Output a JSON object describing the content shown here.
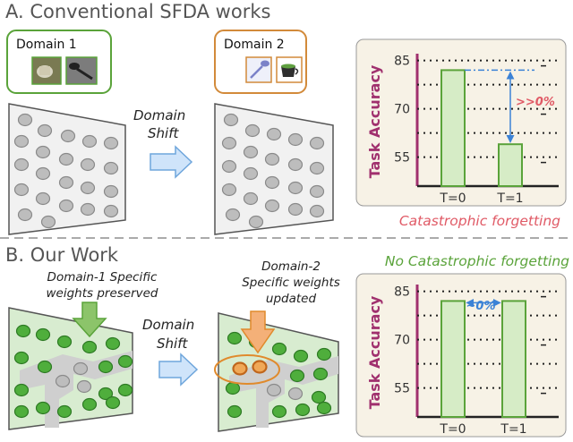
{
  "section_a": {
    "title": "A. Conventional SFDA works",
    "domain1_label": "Domain 1",
    "domain2_label": "Domain 2",
    "shift_line1": "Domain",
    "shift_line2": "Shift",
    "caption": "Catastrophic forgetting",
    "chart_gap_label": ">>0%"
  },
  "section_b": {
    "title": "B. Our Work",
    "caption": "No Catastrophic forgetting",
    "annot_d1_line1": "Domain-1 Specific",
    "annot_d1_line2": "weights preserved",
    "annot_d2_line1": "Domain-2",
    "annot_d2_line2": "Specific weights",
    "annot_d2_line3": "updated",
    "shift_line1": "Domain",
    "shift_line2": "Shift",
    "chart_gap_label": "~0%"
  },
  "colors": {
    "green": "#5aa33a",
    "orange": "#e08a2c",
    "red": "#e05a66",
    "magenta": "#a0306e",
    "blue": "#3b82d6"
  },
  "chart_data": [
    {
      "type": "bar",
      "categories": [
        "T=0",
        "T=1"
      ],
      "values": [
        82,
        59
      ],
      "ylabel": "Task Accuracy",
      "yticks": [
        85,
        70,
        55
      ],
      "ylim": [
        46,
        86
      ],
      "grid": true
    },
    {
      "type": "bar",
      "categories": [
        "T=0",
        "T=1"
      ],
      "values": [
        82,
        82
      ],
      "ylabel": "Task Accuracy",
      "yticks": [
        85,
        70,
        55
      ],
      "ylim": [
        46,
        86
      ],
      "grid": true
    }
  ]
}
